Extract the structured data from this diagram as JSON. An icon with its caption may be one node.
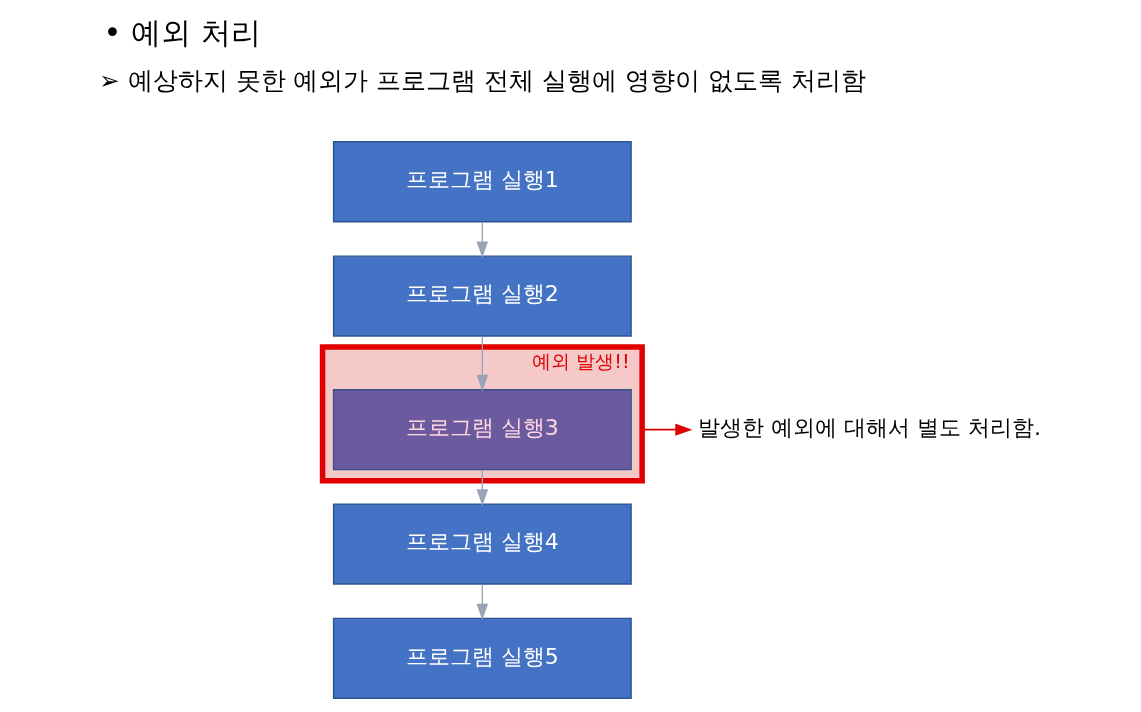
{
  "diagram": {
    "title": "• 예외 처리",
    "nodes": [
      {
        "text": [
          "프로그램 실행1"
        ]
      },
      {
        "text": [
          "프로그램 실행2"
        ]
      },
      {
        "text": [
          "예외 발생!!"
        ]
      },
      {
        "text": [
          "프로그램 실행3"
        ],
        "in": 2
      },
      {
        "text": [
          "프로그램 실행4"
        ]
      },
      {
        "text": [
          "프로그램 실행5"
        ]
      },
      {
        "text": [
          "발생한 예외에 대해서 별도 처리함."
        ]
      }
    ],
    "edges": [
      {
        "from": 0,
        "to": 1,
        "arrow": "to"
      },
      {
        "from": 1,
        "to": 3,
        "arrow": "to"
      },
      {
        "from": 3,
        "to": 4,
        "arrow": "to"
      },
      {
        "from": 4,
        "to": 5,
        "arrow": "to"
      },
      {
        "from": 2,
        "to": 6,
        "arrow": "to",
        "color": "#e00000"
      }
    ],
    "labels": [
      "➢ 예상하지 못한 예외가 프로그램 전체 실행에 영향이 없도록 처리함"
    ]
  }
}
